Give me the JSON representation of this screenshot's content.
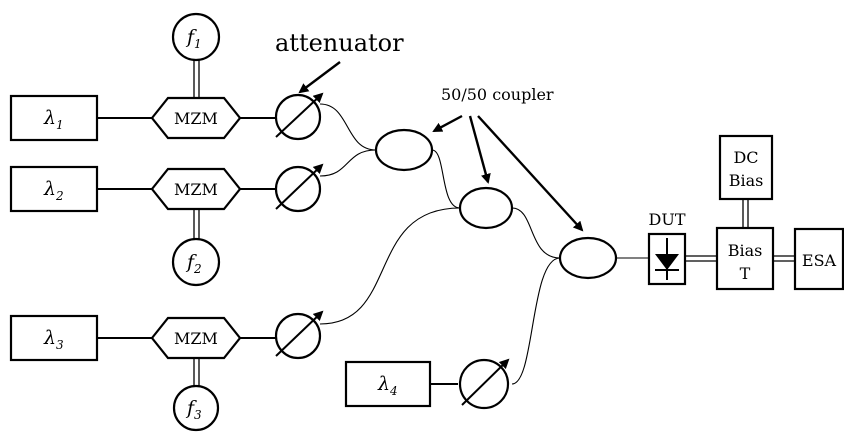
{
  "lasers": [
    {
      "symbol": "λ",
      "index": "1"
    },
    {
      "symbol": "λ",
      "index": "2"
    },
    {
      "symbol": "λ",
      "index": "3"
    },
    {
      "symbol": "λ",
      "index": "4"
    }
  ],
  "modulators": [
    {
      "label": "MZM"
    },
    {
      "label": "MZM"
    },
    {
      "label": "MZM"
    }
  ],
  "rf_sources": [
    {
      "symbol": "f",
      "index": "1"
    },
    {
      "symbol": "f",
      "index": "2"
    },
    {
      "symbol": "f",
      "index": "3"
    }
  ],
  "annotations": {
    "attenuator": "attenuator",
    "coupler": "50/50 coupler"
  },
  "dut": {
    "label": "DUT"
  },
  "dc_bias": {
    "line1": "DC",
    "line2": "Bias"
  },
  "bias_tee": {
    "line1": "Bias",
    "line2": "T"
  },
  "esa": {
    "label": "ESA"
  }
}
